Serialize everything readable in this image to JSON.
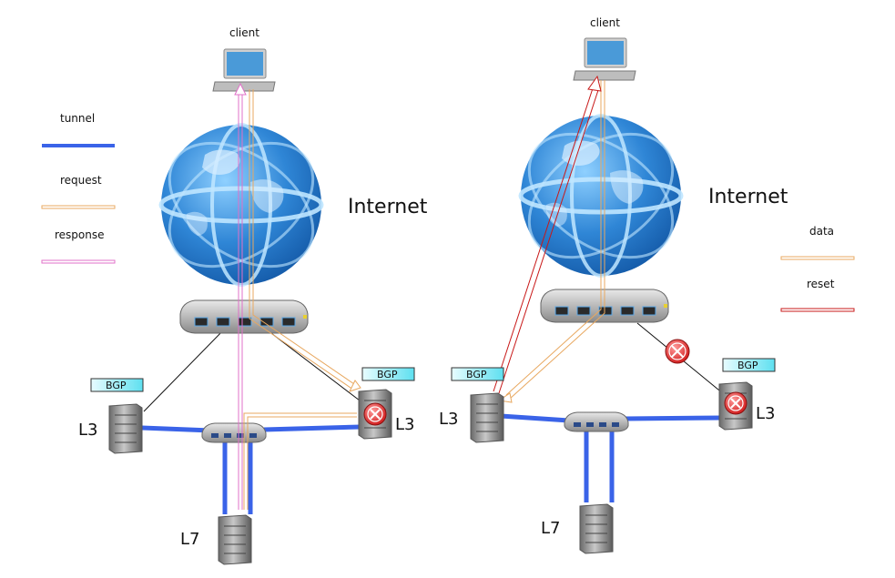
{
  "legend_left": {
    "tunnel": "tunnel",
    "request": "request",
    "response": "response"
  },
  "legend_right": {
    "data": "data",
    "reset": "reset"
  },
  "left": {
    "client": "client",
    "internet": "Internet",
    "bgp_left": "BGP",
    "bgp_right": "BGP",
    "l3_left": "L3",
    "l3_right": "L3",
    "l7": "L7"
  },
  "right": {
    "client": "client",
    "internet": "Internet",
    "bgp_left": "BGP",
    "bgp_right": "BGP",
    "l3_left": "L3",
    "l3_right": "L3",
    "l7": "L7"
  },
  "colors": {
    "tunnel": "#3a63e8",
    "request": "#e8a860",
    "response": "#e070c8",
    "data": "#e8a860",
    "reset": "#c81818",
    "globe": "#3a90d8",
    "bgp_fill": "#a8f0f8",
    "fail": "#e83030"
  }
}
